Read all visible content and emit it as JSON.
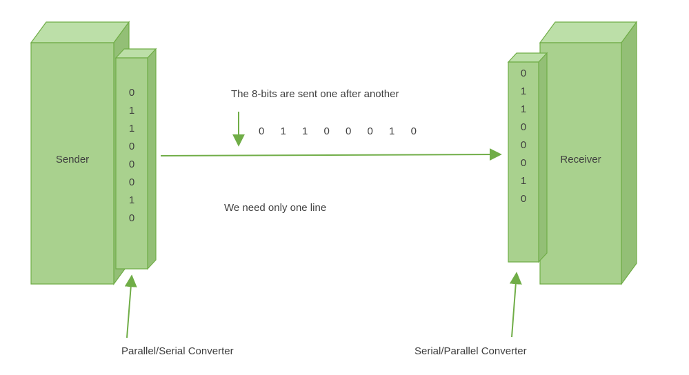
{
  "diagram": {
    "sender": {
      "label": "Sender"
    },
    "receiver": {
      "label": "Receiver"
    },
    "sender_converter": {
      "bits": [
        "0",
        "1",
        "1",
        "0",
        "0",
        "0",
        "1",
        "0"
      ]
    },
    "receiver_converter": {
      "bits": [
        "0",
        "1",
        "1",
        "0",
        "0",
        "0",
        "1",
        "0"
      ]
    },
    "annotations": {
      "serial_note": "The 8-bits are sent one after another",
      "serial_bits": "0 1 1 0 0 0 1 0",
      "line_note": "We need only one line",
      "left_converter_label": "Parallel/Serial Converter",
      "right_converter_label": "Serial/Parallel Converter"
    },
    "colors": {
      "box_front": "#a9d18e",
      "box_top": "#bcdfa8",
      "box_side": "#93bf76",
      "box_stroke": "#70ad47",
      "arrow": "#70ad47",
      "text": "#3f3f3f"
    }
  }
}
